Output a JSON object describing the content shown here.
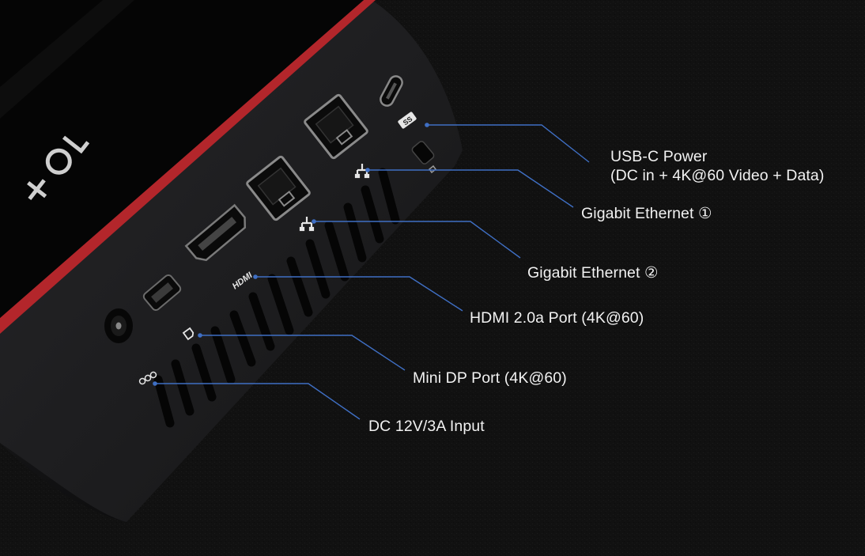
{
  "colors": {
    "background": "#101010",
    "device_body": "#1c1c1e",
    "device_top": "#050505",
    "accent_trim": "#b3262b",
    "leader_line": "#3f6fc4",
    "label_text": "#f2f2f2"
  },
  "icons": {
    "usb_c": "usb-c-icon",
    "ethernet": "network-icon",
    "hdmi": "hdmi-logo",
    "mini_dp": "displayport-icon",
    "dc_power": "dc-polarity-icon"
  },
  "device_print": {
    "hdmi_logo_text": "HDMI",
    "usb_logo_text": "SS"
  },
  "callouts": {
    "usbc_line1": "USB-C Power",
    "usbc_line2": "(DC in + 4K@60 Video + Data)",
    "eth1": "Gigabit Ethernet ①",
    "eth2": "Gigabit Ethernet ②",
    "hdmi": "HDMI 2.0a Port (4K@60)",
    "minidp": "Mini DP Port (4K@60)",
    "dc": "DC 12V/3A Input"
  }
}
